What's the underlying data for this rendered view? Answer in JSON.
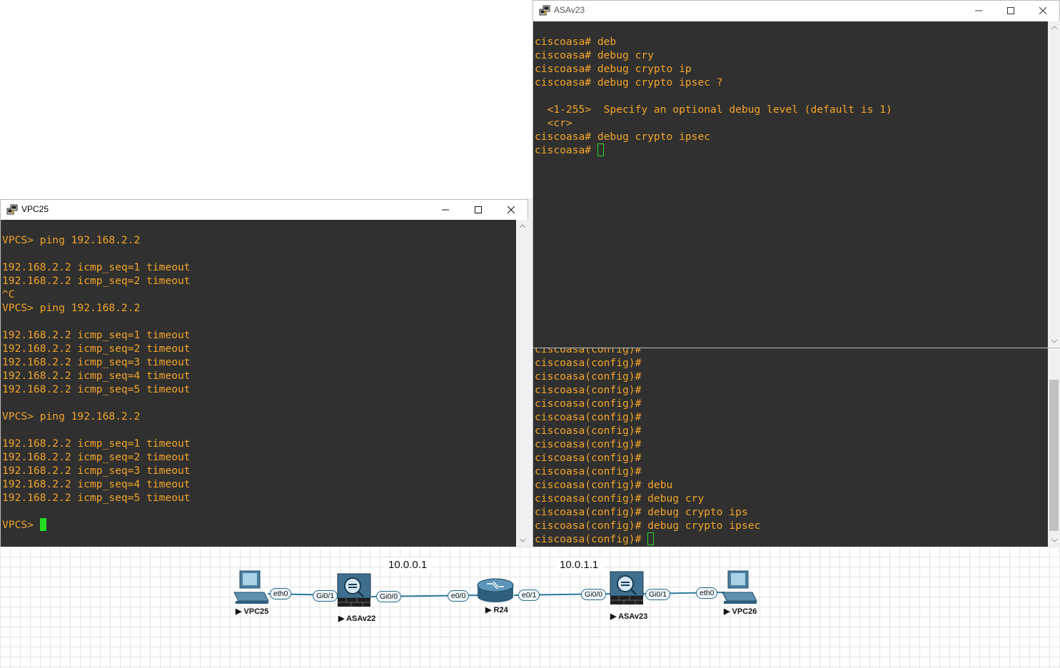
{
  "asa_window": {
    "title": "ASAv23",
    "lines": [
      "",
      "ciscoasa# deb",
      "ciscoasa# debug cry",
      "ciscoasa# debug crypto ip",
      "ciscoasa# debug crypto ipsec ?",
      "",
      "  <1-255>  Specify an optional debug level (default is 1)",
      "  <cr>",
      "ciscoasa# debug crypto ipsec",
      "ciscoasa# "
    ]
  },
  "asa_bottom_terminal": {
    "lines": [
      "ciscoasa(config)#",
      "ciscoasa(config)#",
      "ciscoasa(config)#",
      "ciscoasa(config)#",
      "ciscoasa(config)#",
      "ciscoasa(config)#",
      "ciscoasa(config)#",
      "ciscoasa(config)#",
      "ciscoasa(config)#",
      "ciscoasa(config)#",
      "ciscoasa(config)# debu",
      "ciscoasa(config)# debug cry",
      "ciscoasa(config)# debug crypto ips",
      "ciscoasa(config)# debug crypto ipsec",
      "ciscoasa(config)# "
    ]
  },
  "vpc_window": {
    "title": "VPC25",
    "lines": [
      "",
      "VPCS> ping 192.168.2.2",
      "",
      "192.168.2.2 icmp_seq=1 timeout",
      "192.168.2.2 icmp_seq=2 timeout",
      "^C",
      "VPCS> ping 192.168.2.2",
      "",
      "192.168.2.2 icmp_seq=1 timeout",
      "192.168.2.2 icmp_seq=2 timeout",
      "192.168.2.2 icmp_seq=3 timeout",
      "192.168.2.2 icmp_seq=4 timeout",
      "192.168.2.2 icmp_seq=5 timeout",
      "",
      "VPCS> ping 192.168.2.2",
      "",
      "192.168.2.2 icmp_seq=1 timeout",
      "192.168.2.2 icmp_seq=2 timeout",
      "192.168.2.2 icmp_seq=3 timeout",
      "192.168.2.2 icmp_seq=4 timeout",
      "192.168.2.2 icmp_seq=5 timeout",
      "",
      "VPCS> "
    ]
  },
  "topology": {
    "subnet_left": "10.0.0.1",
    "subnet_right": "10.0.1.1",
    "nodes": {
      "vpc25": "VPC25",
      "asav22": "ASAv22",
      "r24": "R24",
      "asav23": "ASAv23",
      "vpc26": "VPC26"
    },
    "interfaces": {
      "vpc25_eth0": "eth0",
      "asav22_gi01": "Gi0/1",
      "asav22_gi00": "Gi0/0",
      "r24_e00": "e0/0",
      "r24_e01": "e0/1",
      "asav23_gi00": "Gi0/0",
      "asav23_gi01": "Gi0/1",
      "vpc26_eth0": "eth0"
    }
  },
  "colors": {
    "terminal_bg": "#303030",
    "terminal_text": "#f2a52a",
    "cursor": "#22dd22",
    "link": "#2a7a9e"
  }
}
